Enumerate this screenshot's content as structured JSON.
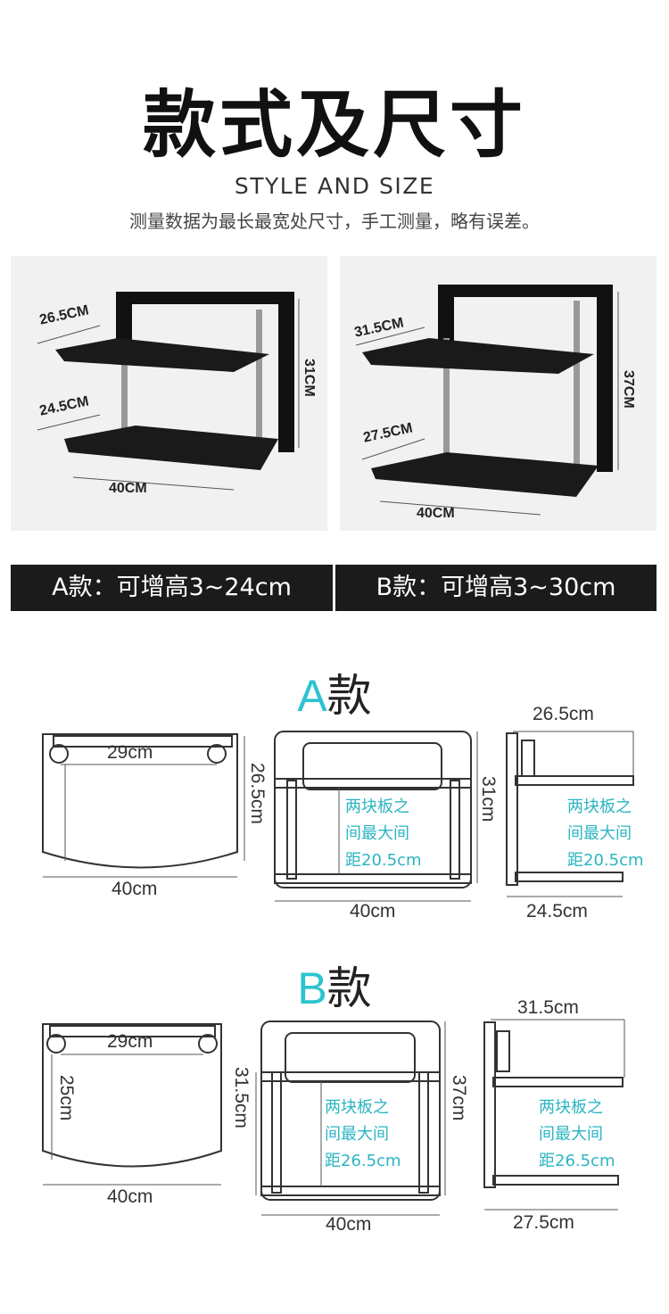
{
  "header": {
    "title": "款式及尺寸",
    "subtitle": "STYLE AND SIZE",
    "description": "测量数据为最长最宽处尺寸，手工测量，略有误差。"
  },
  "photos": {
    "a": {
      "top_depth": "26.5CM",
      "bottom_depth": "24.5CM",
      "height": "31CM",
      "width": "40CM"
    },
    "b": {
      "top_depth": "31.5CM",
      "bottom_depth": "27.5CM",
      "height": "37CM",
      "width": "40CM"
    }
  },
  "banner": {
    "a": "A款：可增高3~24cm",
    "b": "B款：可增高3~30cm"
  },
  "model_a": {
    "letter": "A",
    "word": "款",
    "top": {
      "inner_width": "29cm",
      "depth": "26.5cm",
      "width": "40cm"
    },
    "front": {
      "height": "31cm",
      "width": "40cm",
      "note": [
        "两块板之",
        "间最大间",
        "距20.5cm"
      ]
    },
    "side": {
      "top_depth": "26.5cm",
      "bottom_depth": "24.5cm",
      "note": [
        "两块板之",
        "间最大间",
        "距20.5cm"
      ]
    }
  },
  "model_b": {
    "letter": "B",
    "word": "款",
    "top": {
      "inner_width": "29cm",
      "depth": "25cm",
      "width": "40cm"
    },
    "front": {
      "height_left": "31.5cm",
      "height_right": "37cm",
      "width": "40cm",
      "note": [
        "两块板之",
        "间最大间",
        "距26.5cm"
      ]
    },
    "side": {
      "top_depth": "31.5cm",
      "bottom_depth": "27.5cm",
      "note": [
        "两块板之",
        "间最大间",
        "距26.5cm"
      ]
    }
  }
}
